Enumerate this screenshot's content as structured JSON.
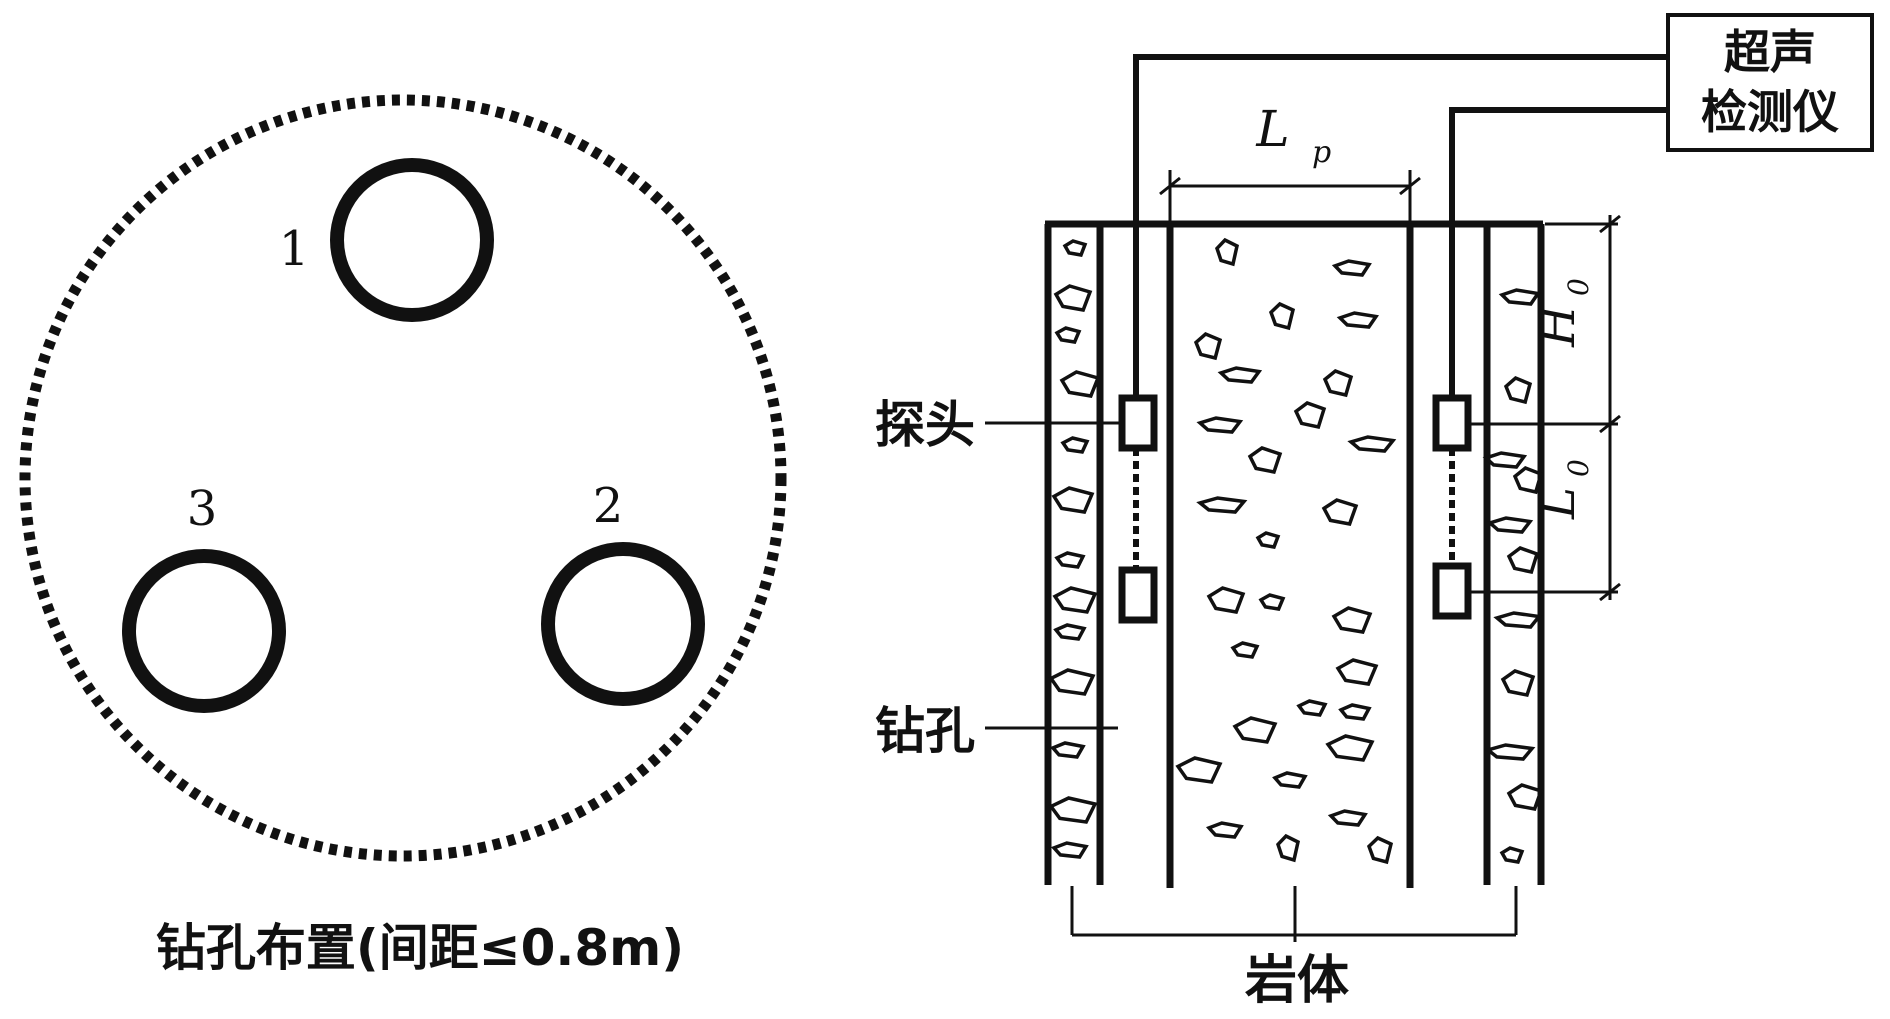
{
  "left_panel": {
    "boreholes": [
      {
        "label": "1"
      },
      {
        "label": "2"
      },
      {
        "label": "3"
      }
    ],
    "caption": "钻孔布置(间距≤0.8m)"
  },
  "right_panel": {
    "instrument_label_line1": "超声",
    "instrument_label_line2": "检测仪",
    "dim_Lp": "L",
    "dim_Lp_sub": "p",
    "dim_H0": "H",
    "dim_H0_sub": "0",
    "dim_L0": "L",
    "dim_L0_sub": "0",
    "probe_label": "探头",
    "borehole_label": "钻孔",
    "rock_label": "岩体"
  },
  "colors": {
    "line": "#111111",
    "background": "#ffffff"
  }
}
